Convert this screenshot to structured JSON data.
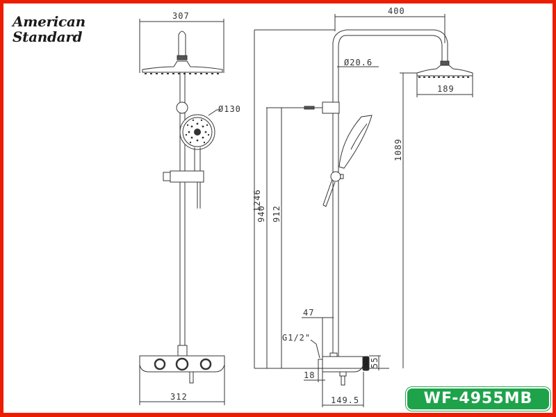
{
  "brand": {
    "line1": "American",
    "line2": "Standard"
  },
  "model": {
    "code": "WF-4955MB",
    "badge_color": "#1ea34a"
  },
  "frame": {
    "border_color": "#ee1c00"
  },
  "front_view": {
    "overhead_shower_width": "307",
    "hand_shower_diameter": "Ø130",
    "mixer_width": "312"
  },
  "side_view": {
    "arm_reach": "400",
    "pipe_diameter": "Ø20.6",
    "overhead_shower_side_width": "189",
    "total_height": "1246",
    "holder_height_a": "940",
    "holder_height_b": "912",
    "shower_head_height": "1089",
    "inlet_offset": "47",
    "inlet_thread": "G1/2\"",
    "wall_offset": "18",
    "mixer_height": "55",
    "mixer_depth": "149.5"
  }
}
